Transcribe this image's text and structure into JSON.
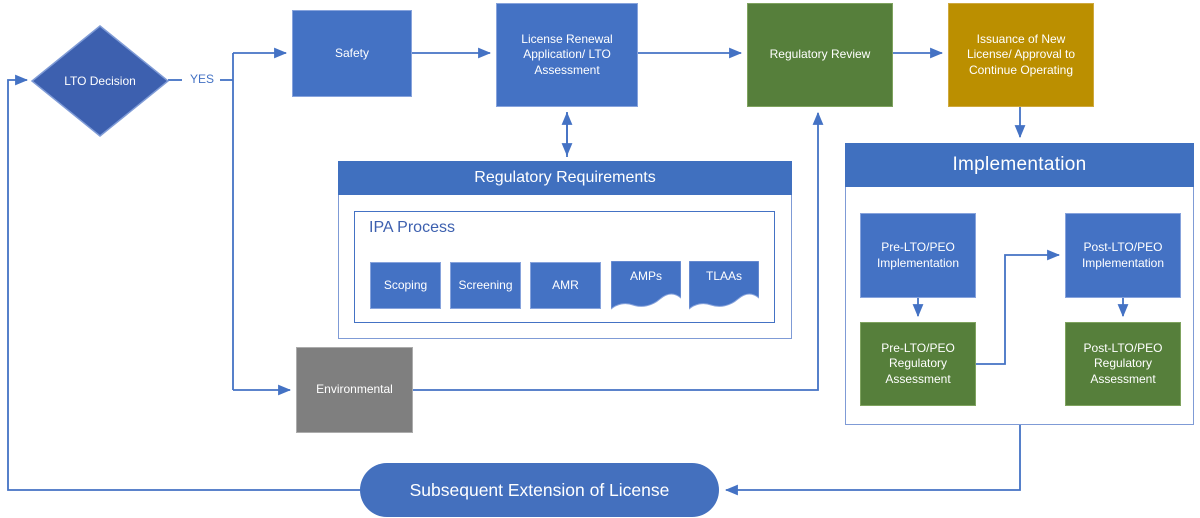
{
  "palette": {
    "node_blue": "#4472C4",
    "decision_blue": "#3D60AF",
    "green": "#567F3B",
    "gold": "#BB8F00",
    "gray": "#7F7F7F",
    "header_blue": "#4070BF",
    "connector_blue": "#4472C4",
    "panel_border": "#7F9BD6",
    "text_on_node": "#FFFFFF",
    "accent_text": "#4472C4"
  },
  "decision": {
    "label": "LTO Decision",
    "branch_label": "YES"
  },
  "nodes": {
    "safety": {
      "label": "Safety"
    },
    "license_renewal": {
      "label": "License Renewal Application/ LTO Assessment"
    },
    "regulatory_review": {
      "label": "Regulatory Review"
    },
    "issuance": {
      "label": "Issuance of New License/ Approval to Continue Operating"
    },
    "environmental": {
      "label": "Environmental"
    },
    "subsequent_extension": {
      "label": "Subsequent Extension of License"
    }
  },
  "regulatory_requirements": {
    "title": "Regulatory Requirements",
    "ipa_process": {
      "title": "IPA Process",
      "steps": [
        {
          "label": "Scoping",
          "shape": "rectangle"
        },
        {
          "label": "Screening",
          "shape": "rectangle"
        },
        {
          "label": "AMR",
          "shape": "rectangle"
        },
        {
          "label": "AMPs",
          "shape": "document"
        },
        {
          "label": "TLAAs",
          "shape": "document"
        }
      ]
    }
  },
  "implementation": {
    "title": "Implementation",
    "pre_implementation": {
      "label": "Pre-LTO/PEO Implementation"
    },
    "post_implementation": {
      "label": "Post-LTO/PEO Implementation"
    },
    "pre_regulatory_assessment": {
      "label": "Pre-LTO/PEO Regulatory Assessment"
    },
    "post_regulatory_assessment": {
      "label": "Post-LTO/PEO Regulatory Assessment"
    }
  }
}
